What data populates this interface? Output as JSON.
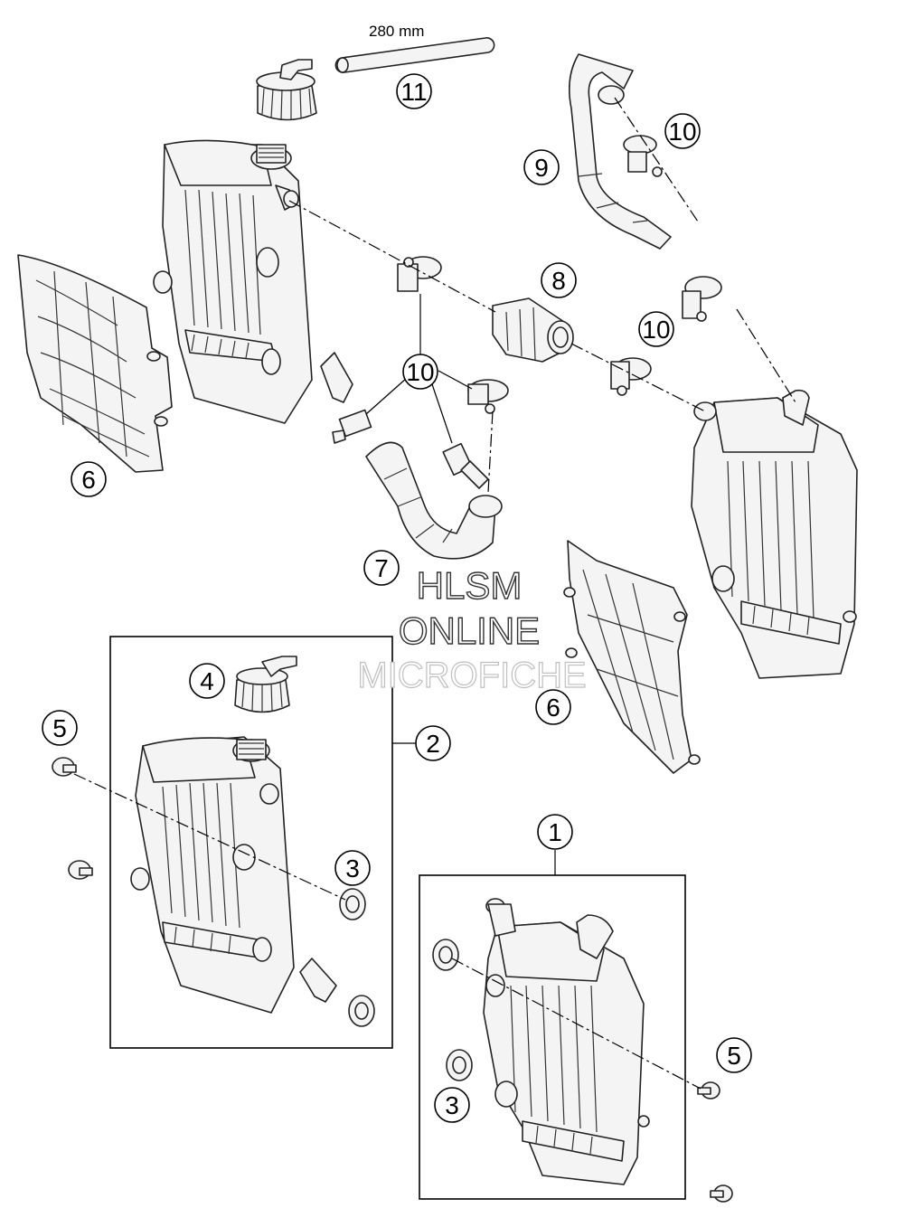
{
  "dimension_label": "280 mm",
  "watermark": {
    "line1": "HLSM",
    "line2": "ONLINE",
    "line3": "MICROFICHE"
  },
  "callouts": {
    "c1": "1",
    "c2": "2",
    "c3a": "3",
    "c3b": "3",
    "c4": "4",
    "c5a": "5",
    "c5b": "5",
    "c6a": "6",
    "c6b": "6",
    "c7": "7",
    "c8": "8",
    "c9": "9",
    "c10a": "10",
    "c10b": "10",
    "c10c": "10",
    "c11": "11"
  }
}
